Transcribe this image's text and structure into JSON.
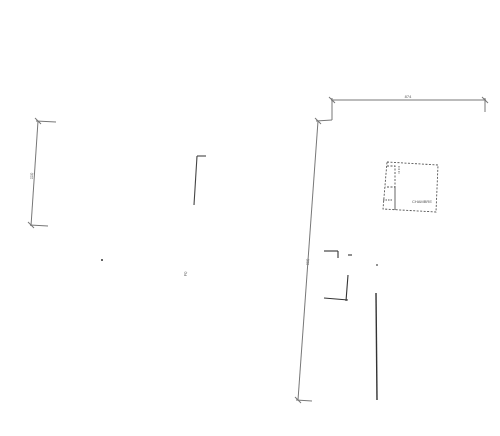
{
  "drawing": {
    "background": "#ffffff",
    "line_color": "#777777",
    "wall_color": "#333333",
    "labels": {
      "top_dimension": "874",
      "left_dimension": "110",
      "right_dimension": "110",
      "center_marker": "F0",
      "room_label": "CHAMBRE"
    }
  }
}
